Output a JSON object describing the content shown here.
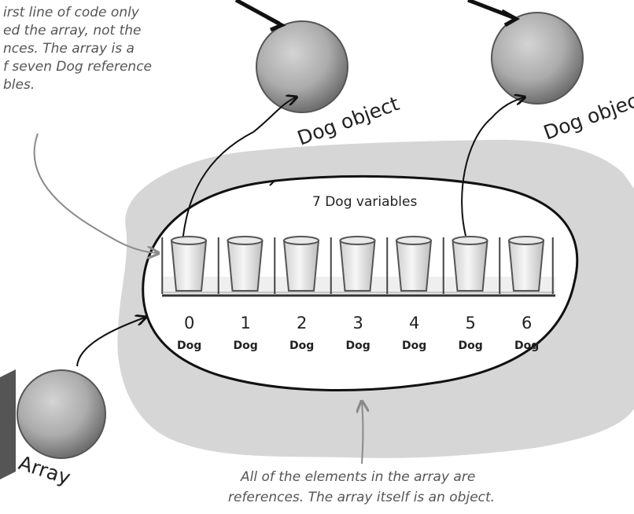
{
  "colors": {
    "blob": "#d6d6d6",
    "ball_light": "#cfcfcf",
    "ball_mid": "#a9a9a9",
    "ball_dark": "#6f6f6f",
    "ink": "#111111",
    "note_ink": "#555555",
    "arrow_gray": "#8a8a8a"
  },
  "objects": {
    "dog_object_1": "Dog object",
    "dog_object_2": "Dog object",
    "array": "Array"
  },
  "array_title": "7 Dog variables",
  "slots": [
    {
      "index": "0",
      "type": "Dog"
    },
    {
      "index": "1",
      "type": "Dog"
    },
    {
      "index": "2",
      "type": "Dog"
    },
    {
      "index": "3",
      "type": "Dog"
    },
    {
      "index": "4",
      "type": "Dog"
    },
    {
      "index": "5",
      "type": "Dog"
    },
    {
      "index": "6",
      "type": "Dog"
    }
  ],
  "top_note": {
    "lines": [
      "irst line of code only",
      "ed the array, not the",
      "nces. The array is a",
      "f seven Dog reference",
      "bles."
    ]
  },
  "bottom_note": {
    "lines": [
      "All of the elements in the array are",
      "references. The array itself is an object."
    ]
  },
  "icons": {
    "slot_cup": "cup-icon",
    "dog_ball": "sphere-icon"
  }
}
